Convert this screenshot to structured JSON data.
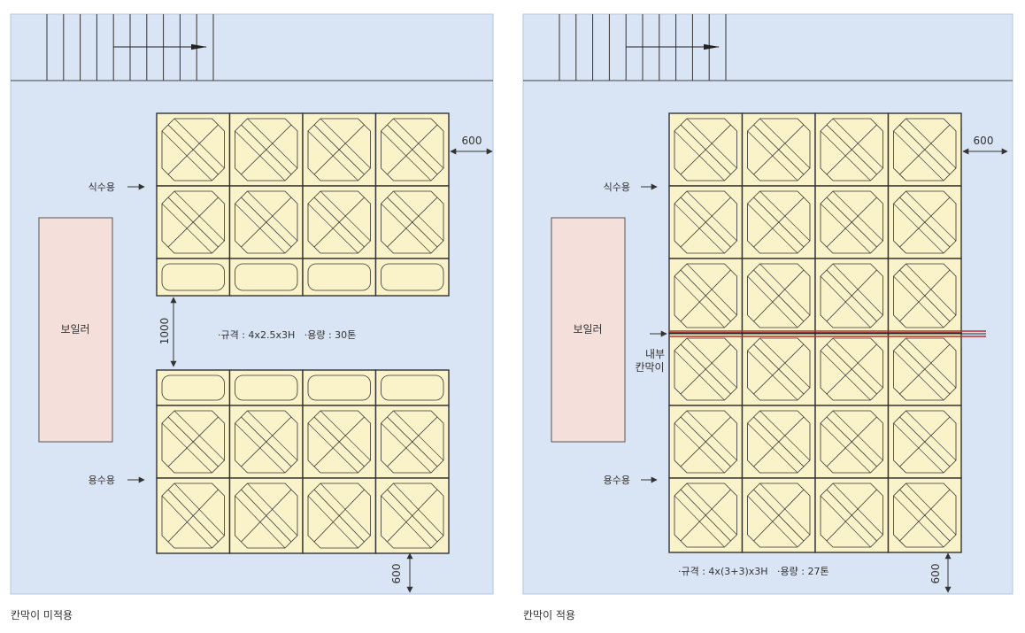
{
  "colors": {
    "room": "#d9e4f4",
    "room_border": "#b6c4da",
    "tank": "#faf3ca",
    "tank_line": "#333333",
    "boiler": "#f5dfdb",
    "boiler_border": "#555555",
    "partition": "#b72c2c",
    "text": "#333333"
  },
  "icons": {
    "arrow": "arrow-icon",
    "dimension_arrow": "double-arrow-icon"
  },
  "left_panel": {
    "caption": "칸막이 미적용",
    "boiler_label": "보일러",
    "drinking_label": "식수용",
    "utility_label": "용수용",
    "dim_side": "600",
    "dim_gap": "1000",
    "dim_bottom": "600",
    "spec": "·규격 : 4x2.5x3H   ·용량 : 30톤"
  },
  "right_panel": {
    "caption": "칸막이 적용",
    "boiler_label": "보일러",
    "drinking_label": "식수용",
    "utility_label": "용수용",
    "partition_label_1": "내부",
    "partition_label_2": "칸막이",
    "dim_side": "600",
    "dim_bottom": "600",
    "spec": "·규격 : 4x(3+3)x3H   ·용량 : 27톤"
  }
}
